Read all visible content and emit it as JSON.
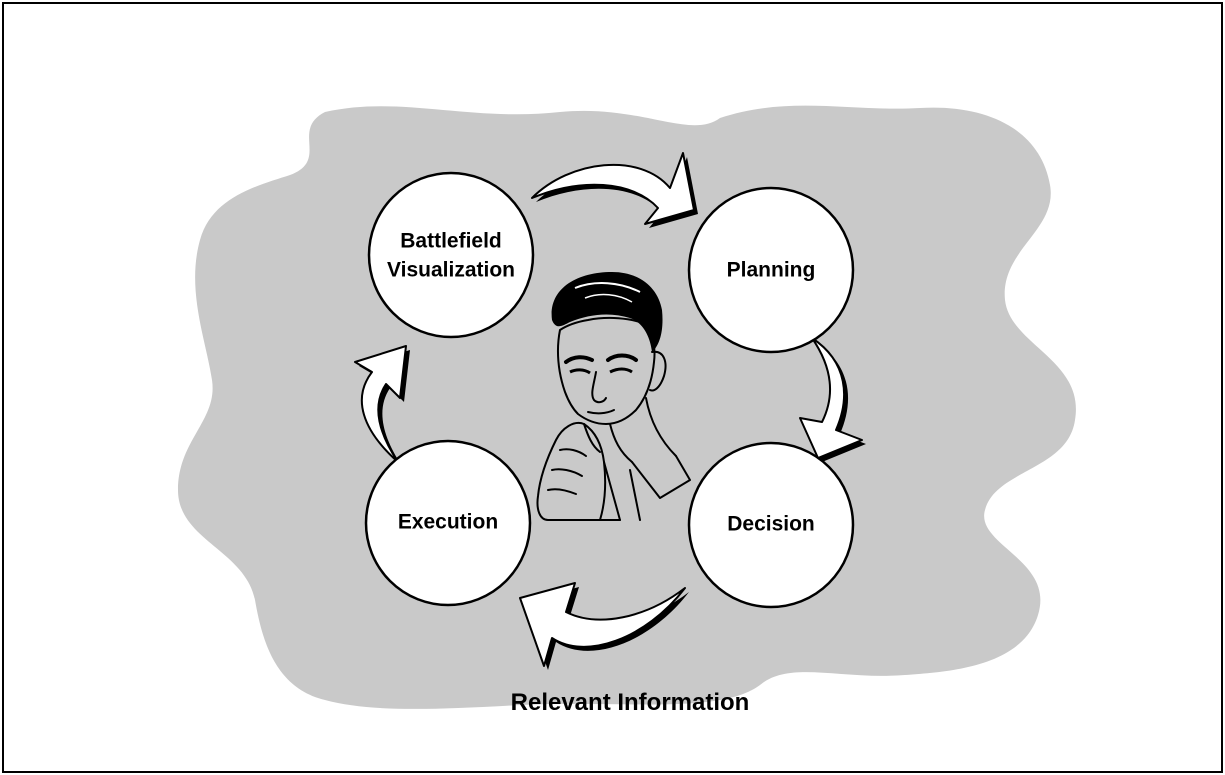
{
  "colors": {
    "background_blob": "#c9c9c9",
    "frame": "#000000",
    "circle_fill": "#ffffff"
  },
  "icons": {
    "center_figure": "thinking-man-icon"
  },
  "nodes": {
    "battlefield_line1": "Battlefield",
    "battlefield_line2": "Visualization",
    "planning": "Planning",
    "decision": "Decision",
    "execution": "Execution"
  },
  "caption": "Relevant Information"
}
